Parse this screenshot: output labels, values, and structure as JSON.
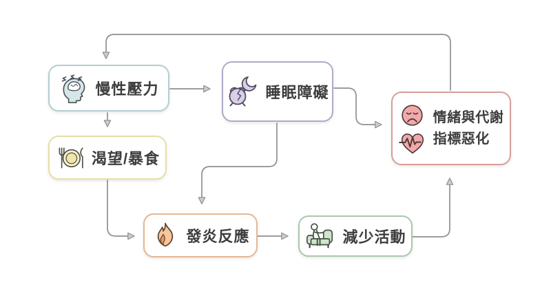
{
  "diagram": {
    "background_color": "#ffffff",
    "arrow_color": "#8f8f8f",
    "arrowhead_fill": "#cdcdcd",
    "text_color": "#3d3d3d",
    "nodes": [
      {
        "id": "chronic-stress",
        "label": "慢性壓力",
        "icon": "stressed-head-icon",
        "border_color": "#b4cdd2",
        "icon_fill": "#d6e6e9"
      },
      {
        "id": "craving-binge-eating",
        "label": "渴望/暴食",
        "icon": "fork-plate-knife-icon",
        "border_color": "#e6dfa3",
        "icon_fill": "#f5efc8"
      },
      {
        "id": "sleep-disturbance",
        "label": "睡眠障礙",
        "icon": "moon-broken-alarm-icon",
        "border_color": "#b2a8c7",
        "icon_fill": "#d9cfe7"
      },
      {
        "id": "inflammation",
        "label": "發炎反應",
        "icon": "flame-icon",
        "border_color": "#e4b795",
        "icon_fill": "#f8c69c"
      },
      {
        "id": "reduced-activity",
        "label": "減少活動",
        "icon": "couch-person-icon",
        "border_color": "#a9c8ab",
        "icon_fill": "#d0e5cf"
      },
      {
        "id": "mood-metabolic-worsening",
        "label_line1": "情緒與代謝",
        "label_line2": "指標惡化",
        "icon": "sad-face-icon, heart-ecg-icon",
        "border_color": "#d69f99",
        "icon_fill": "#f2a9a9"
      }
    ],
    "edges": [
      {
        "from": "chronic-stress",
        "to": "sleep-disturbance"
      },
      {
        "from": "chronic-stress",
        "to": "craving-binge-eating"
      },
      {
        "from": "craving-binge-eating",
        "to": "inflammation"
      },
      {
        "from": "sleep-disturbance",
        "to": "inflammation"
      },
      {
        "from": "sleep-disturbance",
        "to": "mood-metabolic-worsening"
      },
      {
        "from": "inflammation",
        "to": "reduced-activity"
      },
      {
        "from": "reduced-activity",
        "to": "mood-metabolic-worsening"
      },
      {
        "from": "mood-metabolic-worsening",
        "to": "chronic-stress"
      }
    ]
  }
}
